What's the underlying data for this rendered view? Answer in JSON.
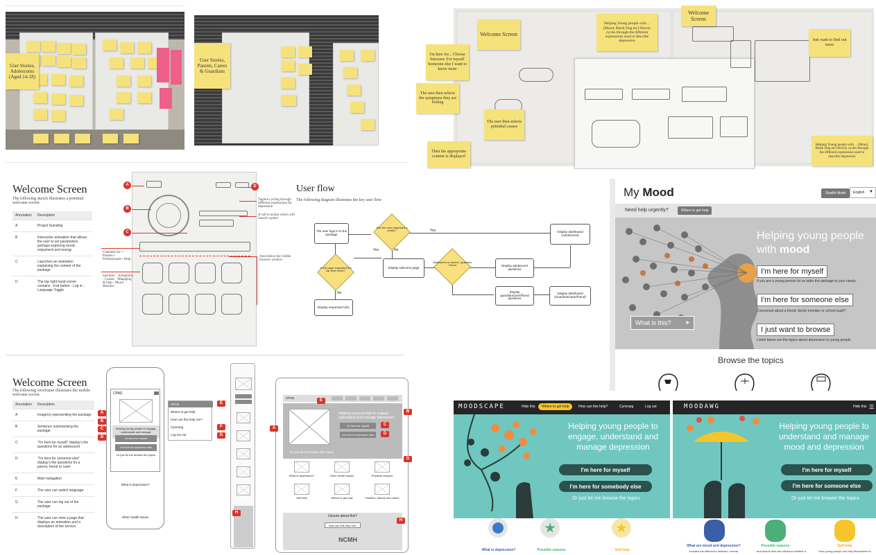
{
  "photos": {
    "adolescents_board": {
      "sticky": "User Stories, Adolescents (Aged 14-18)"
    },
    "parents_board": {
      "sticky": "User Stories, Parents, Carers & Guardians"
    },
    "sketch_board": {
      "stickies": [
        "Welcome Screen",
        "I'm here for... Choose between: For myself Someone else I want to know more",
        "The user then selects the symptoms they are feeling",
        "The user then selects potential causes",
        "Then the appropriate content is displayed",
        "Helping Young people with ... [Mood, Black Dog etc] Slowly cycles through the different expressions used to describe depression",
        "Welcome Screen",
        "Just want to find out more",
        "Helping Young people with ... [Mood, Black Dog etc] Slowly cycles through the different expressions used to describe depression"
      ]
    }
  },
  "welcome_sketch": {
    "title": "Welcome Screen",
    "intro": "The following sketch illustrates a potential welcome screen.",
    "table_headers": [
      "Annotation",
      "Description"
    ],
    "rows": [
      {
        "a": "A",
        "d": "Project branding"
      },
      {
        "a": "B",
        "d": "Interactive animation that allows the user to set parameters, perhaps exploring mood, enjoyment and energy"
      },
      {
        "a": "C",
        "d": "Launches an animation explaining the content of the package"
      },
      {
        "a": "D",
        "d": "The top right hand corner contains - Exit button - Log in - Language Toggle"
      }
    ],
    "labels": [
      "A",
      "B",
      "C",
      "D"
    ],
    "note_tagline": "Tagline cycling through different expressions for depression",
    "note_cta": "A call to action which will launch a panel",
    "note_channels": "Channels for: • Parents • Professionals • Help",
    "note_sections": "Sections: - Symptoms - Causes - Managing & help - Mood Monitor",
    "note_area": "Area below the visible browser window"
  },
  "user_flow": {
    "title": "User flow",
    "intro": "The following diagram illustrates the key user flow",
    "nodes": {
      "login": "The user logs in to the package",
      "requested": "Has the user requested a profile?",
      "dash_adol": "Display dashboard (Adolescent)",
      "top_level": "Is the page requested the top level index?",
      "welcome": "Display welcome page",
      "who": "Adolescent or parent / guardian / friend",
      "adol_q": "Display adolescent questions",
      "guard_q": "Display guardian/carer/friend questions",
      "dash_guard": "Display dashboard (Guardian/carer/friend)",
      "req_url": "Display requested URL"
    },
    "edge_labels": {
      "yes1": "Yes",
      "yes2": "Yes",
      "no1": "No",
      "no2": "No"
    }
  },
  "my_mood": {
    "brand_prefix": "My ",
    "brand_bold": "Mood",
    "stealth": "Stealth Mode",
    "language": "English",
    "help_prompt": "Need help urgently?",
    "help_button": "Where to get help",
    "headline": "Helping young people",
    "headline2_prefix": "with ",
    "headline2_bold": "mood",
    "btn_myself": "I'm here for myself",
    "sub_myself": "If you are a young person let us tailor the package to your needs.",
    "btn_someone": "I'm here for someone else",
    "sub_someone": "Concerned about a friend, family member or school pupil?",
    "btn_browse": "I just want to browse",
    "sub_browse": "Listed below are the topics about depression in young people",
    "what_is_this": "What is this?",
    "browse_title": "Browse the topics"
  },
  "mobile_welcome": {
    "title": "Welcome Screen",
    "intro": "The following wireframe illustrates the mobile welcome screen.",
    "table_headers": [
      "Annotation",
      "Description"
    ],
    "rows": [
      {
        "a": "A",
        "d": "Image(s) representing the package"
      },
      {
        "a": "B",
        "d": "Sentence summarising the package"
      },
      {
        "a": "C",
        "d": "\"I'm here for myself\" display's the questions for an adolescent"
      },
      {
        "a": "D",
        "d": "\"I'm here for someone else\" display's the questions for a parent, friend or carer"
      },
      {
        "a": "E",
        "d": "Main navigation"
      },
      {
        "a": "F",
        "d": "The user can switch language"
      },
      {
        "a": "G",
        "d": "The user can log out of the package"
      },
      {
        "a": "H",
        "d": "The user can view a page that displays an animation and a description of the service"
      }
    ],
    "phone": {
      "brand": "CPAD",
      "tagline": "Helping young people to engage, understand and manage depression",
      "btn1": "I'm here for myself",
      "btn2": "I'm here for someone else",
      "browse": "Or just let me browse the topics",
      "what": "What is depression?",
      "other": "Other health issues"
    },
    "menu": {
      "brand": "CPAD",
      "items": [
        "Where to get help",
        "How can this help me?",
        "Cymraeg",
        "Log me out"
      ]
    },
    "tablet": {
      "brand": "CPAD",
      "tagline": "Helping young people to engage, understand and manage depression",
      "btn1": "I'm here for myself",
      "btn2": "I'm here for someone else",
      "browse": "Or just let me browse the topics",
      "tiles": [
        "What is depression?",
        "Other health issues",
        "Possible reasons",
        "Self help",
        "Where to get help",
        "Families, friends and carers"
      ],
      "unsure": "Unsure about this?",
      "cta": "How can this help me?",
      "logo": "NCMH"
    },
    "labels": [
      "A",
      "B",
      "C",
      "D",
      "E",
      "F",
      "G",
      "H"
    ]
  },
  "moodscape": {
    "brand": "MOODSCAPE",
    "nav": [
      "Hide this",
      "Where to get help",
      "How can this help?",
      "Cymraeg",
      "Log out"
    ],
    "headline": "Helping young people to engage, understand and manage depression",
    "btn1": "I'm here for myself",
    "btn2": "I'm here for somebody else",
    "browse": "Or just let me browse the topics",
    "topics": [
      "What is depression?",
      "Possible reasons",
      "Self help"
    ]
  },
  "moodawg": {
    "brand": "MOODAWG",
    "nav": [
      "Hide this"
    ],
    "headline": "Helping young people to understand and manage mood and depression",
    "btn1": "I'm here for myself",
    "btn2": "I'm here for someone else",
    "browse": "Or just let me browse the topics",
    "topics": [
      "What are mood and depression?",
      "Possible reasons",
      "Self help"
    ],
    "topic_subs": [
      "Includes the difference between 'normal'",
      "...and factors that can influence whether a",
      "How young people can help themselves to"
    ]
  },
  "colors": {
    "red": "#d9342b",
    "teal": "#6fc7c0",
    "dark_teal": "#2b524c",
    "sticky": "#f6e27a",
    "mood_grey": "#c6c6c6"
  }
}
